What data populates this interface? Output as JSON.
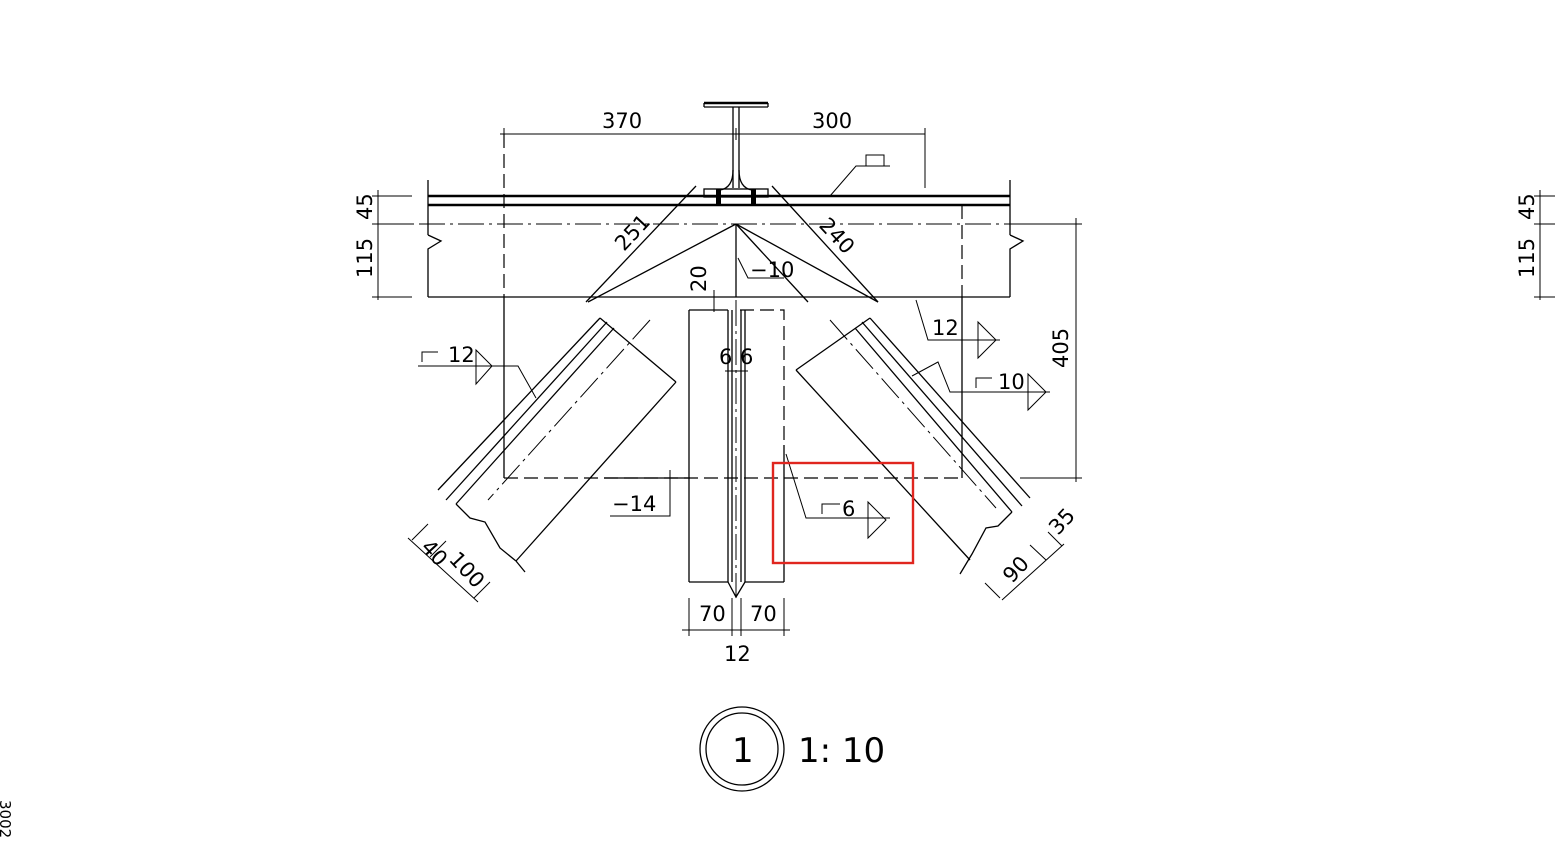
{
  "dimensions": {
    "left_span": "370",
    "right_span": "300",
    "flange_height": "45",
    "beam_depth": "115",
    "gusset_height": "405",
    "left_diag": "251",
    "right_diag": "240",
    "gap": "20",
    "stiffener_thk_left": "6",
    "stiffener_thk_right": "6",
    "bottom_left_width": "70",
    "bottom_right_width": "70",
    "bottom_plate_thk": "12",
    "left_brace_edge": "40",
    "left_brace_width": "100",
    "right_brace_edge": "35",
    "right_brace_width": "90",
    "right_flange_height": "45",
    "right_beam_depth": "115"
  },
  "plates": {
    "web_plate": "−10",
    "gusset_plate": "−14"
  },
  "welds": {
    "left_brace_weld": "12",
    "top_right_weld": "12",
    "right_brace_weld": "10",
    "bottom_weld": "6"
  },
  "title": {
    "number": "1",
    "scale": "1: 10"
  },
  "side_label": "3002",
  "colors": {
    "line": "#000000",
    "highlight": "#e0261f",
    "background": "#ffffff"
  }
}
